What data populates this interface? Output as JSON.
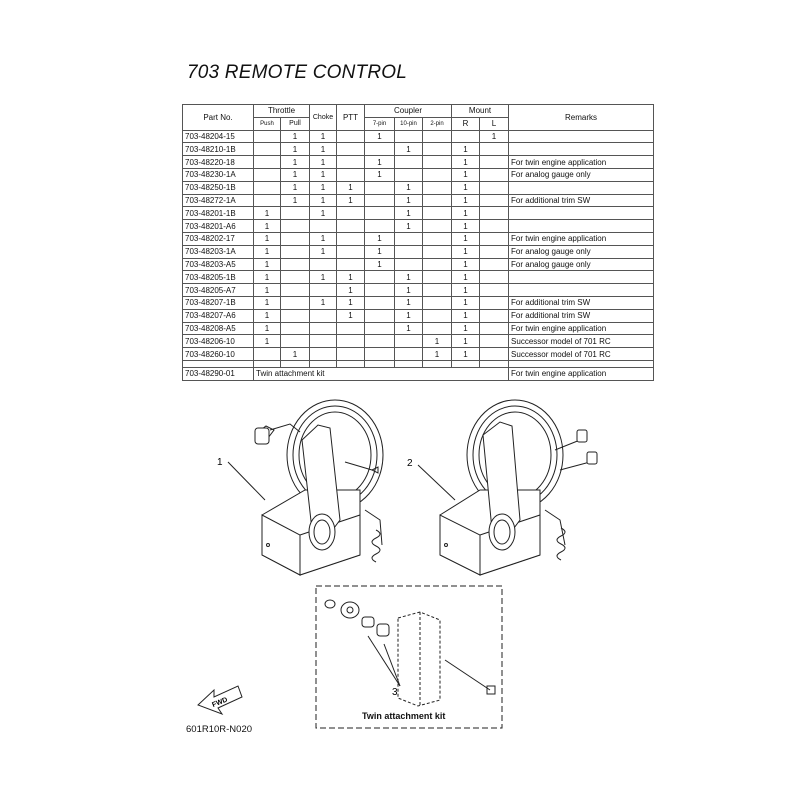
{
  "title": "703 REMOTE CONTROL",
  "table": {
    "headers": {
      "part_no": "Part No.",
      "throttle": "Throttle",
      "push": "Push",
      "pull": "Pull",
      "choke": "Choke",
      "ptt": "PTT",
      "coupler": "Coupler",
      "pin7": "7-pin",
      "pin10": "10-pin",
      "pin2": "2-pin",
      "mount": "Mount",
      "r": "R",
      "l": "L",
      "remarks": "Remarks"
    },
    "rows": [
      {
        "part": "703-48204-15",
        "push": "",
        "pull": "1",
        "choke": "1",
        "ptt": "",
        "p7": "1",
        "p10": "",
        "p2": "",
        "r": "",
        "l": "1",
        "remarks": ""
      },
      {
        "part": "703-48210-1B",
        "push": "",
        "pull": "1",
        "choke": "1",
        "ptt": "",
        "p7": "",
        "p10": "1",
        "p2": "",
        "r": "1",
        "l": "",
        "remarks": ""
      },
      {
        "part": "703-48220-18",
        "push": "",
        "pull": "1",
        "choke": "1",
        "ptt": "",
        "p7": "1",
        "p10": "",
        "p2": "",
        "r": "1",
        "l": "",
        "remarks": "For twin engine application"
      },
      {
        "part": "703-48230-1A",
        "push": "",
        "pull": "1",
        "choke": "1",
        "ptt": "",
        "p7": "1",
        "p10": "",
        "p2": "",
        "r": "1",
        "l": "",
        "remarks": "For analog gauge only"
      },
      {
        "part": "703-48250-1B",
        "push": "",
        "pull": "1",
        "choke": "1",
        "ptt": "1",
        "p7": "",
        "p10": "1",
        "p2": "",
        "r": "1",
        "l": "",
        "remarks": ""
      },
      {
        "part": "703-48272-1A",
        "push": "",
        "pull": "1",
        "choke": "1",
        "ptt": "1",
        "p7": "",
        "p10": "1",
        "p2": "",
        "r": "1",
        "l": "",
        "remarks": "For additional trim SW"
      },
      {
        "part": "703-48201-1B",
        "push": "1",
        "pull": "",
        "choke": "1",
        "ptt": "",
        "p7": "",
        "p10": "1",
        "p2": "",
        "r": "1",
        "l": "",
        "remarks": ""
      },
      {
        "part": "703-48201-A6",
        "push": "1",
        "pull": "",
        "choke": "",
        "ptt": "",
        "p7": "",
        "p10": "1",
        "p2": "",
        "r": "1",
        "l": "",
        "remarks": ""
      },
      {
        "part": "703-48202-17",
        "push": "1",
        "pull": "",
        "choke": "1",
        "ptt": "",
        "p7": "1",
        "p10": "",
        "p2": "",
        "r": "1",
        "l": "",
        "remarks": "For twin engine application"
      },
      {
        "part": "703-48203-1A",
        "push": "1",
        "pull": "",
        "choke": "1",
        "ptt": "",
        "p7": "1",
        "p10": "",
        "p2": "",
        "r": "1",
        "l": "",
        "remarks": "For analog gauge only"
      },
      {
        "part": "703-48203-A5",
        "push": "1",
        "pull": "",
        "choke": "",
        "ptt": "",
        "p7": "1",
        "p10": "",
        "p2": "",
        "r": "1",
        "l": "",
        "remarks": "For analog gauge only"
      },
      {
        "part": "703-48205-1B",
        "push": "1",
        "pull": "",
        "choke": "1",
        "ptt": "1",
        "p7": "",
        "p10": "1",
        "p2": "",
        "r": "1",
        "l": "",
        "remarks": ""
      },
      {
        "part": "703-48205-A7",
        "push": "1",
        "pull": "",
        "choke": "",
        "ptt": "1",
        "p7": "",
        "p10": "1",
        "p2": "",
        "r": "1",
        "l": "",
        "remarks": ""
      },
      {
        "part": "703-48207-1B",
        "push": "1",
        "pull": "",
        "choke": "1",
        "ptt": "1",
        "p7": "",
        "p10": "1",
        "p2": "",
        "r": "1",
        "l": "",
        "remarks": "For additional trim SW"
      },
      {
        "part": "703-48207-A6",
        "push": "1",
        "pull": "",
        "choke": "",
        "ptt": "1",
        "p7": "",
        "p10": "1",
        "p2": "",
        "r": "1",
        "l": "",
        "remarks": "For additional trim SW"
      },
      {
        "part": "703-48208-A5",
        "push": "1",
        "pull": "",
        "choke": "",
        "ptt": "",
        "p7": "",
        "p10": "1",
        "p2": "",
        "r": "1",
        "l": "",
        "remarks": "For twin engine application"
      },
      {
        "part": "703-48206-10",
        "push": "1",
        "pull": "",
        "choke": "",
        "ptt": "",
        "p7": "",
        "p10": "",
        "p2": "1",
        "r": "1",
        "l": "",
        "remarks": "Successor model of 701 RC"
      },
      {
        "part": "703-48260-10",
        "push": "",
        "pull": "1",
        "choke": "",
        "ptt": "",
        "p7": "",
        "p10": "",
        "p2": "1",
        "r": "1",
        "l": "",
        "remarks": "Successor model of 701 RC"
      }
    ],
    "kit_row": {
      "part": "703-48290-01",
      "desc": "Twin attachment kit",
      "remarks": "For twin engine application"
    }
  },
  "diagram": {
    "callout_1": "1",
    "callout_2": "2",
    "callout_3": "3",
    "fwd_label": "FWD",
    "kit_caption": "Twin attachment kit",
    "figure_code": "601R10R-N020"
  }
}
